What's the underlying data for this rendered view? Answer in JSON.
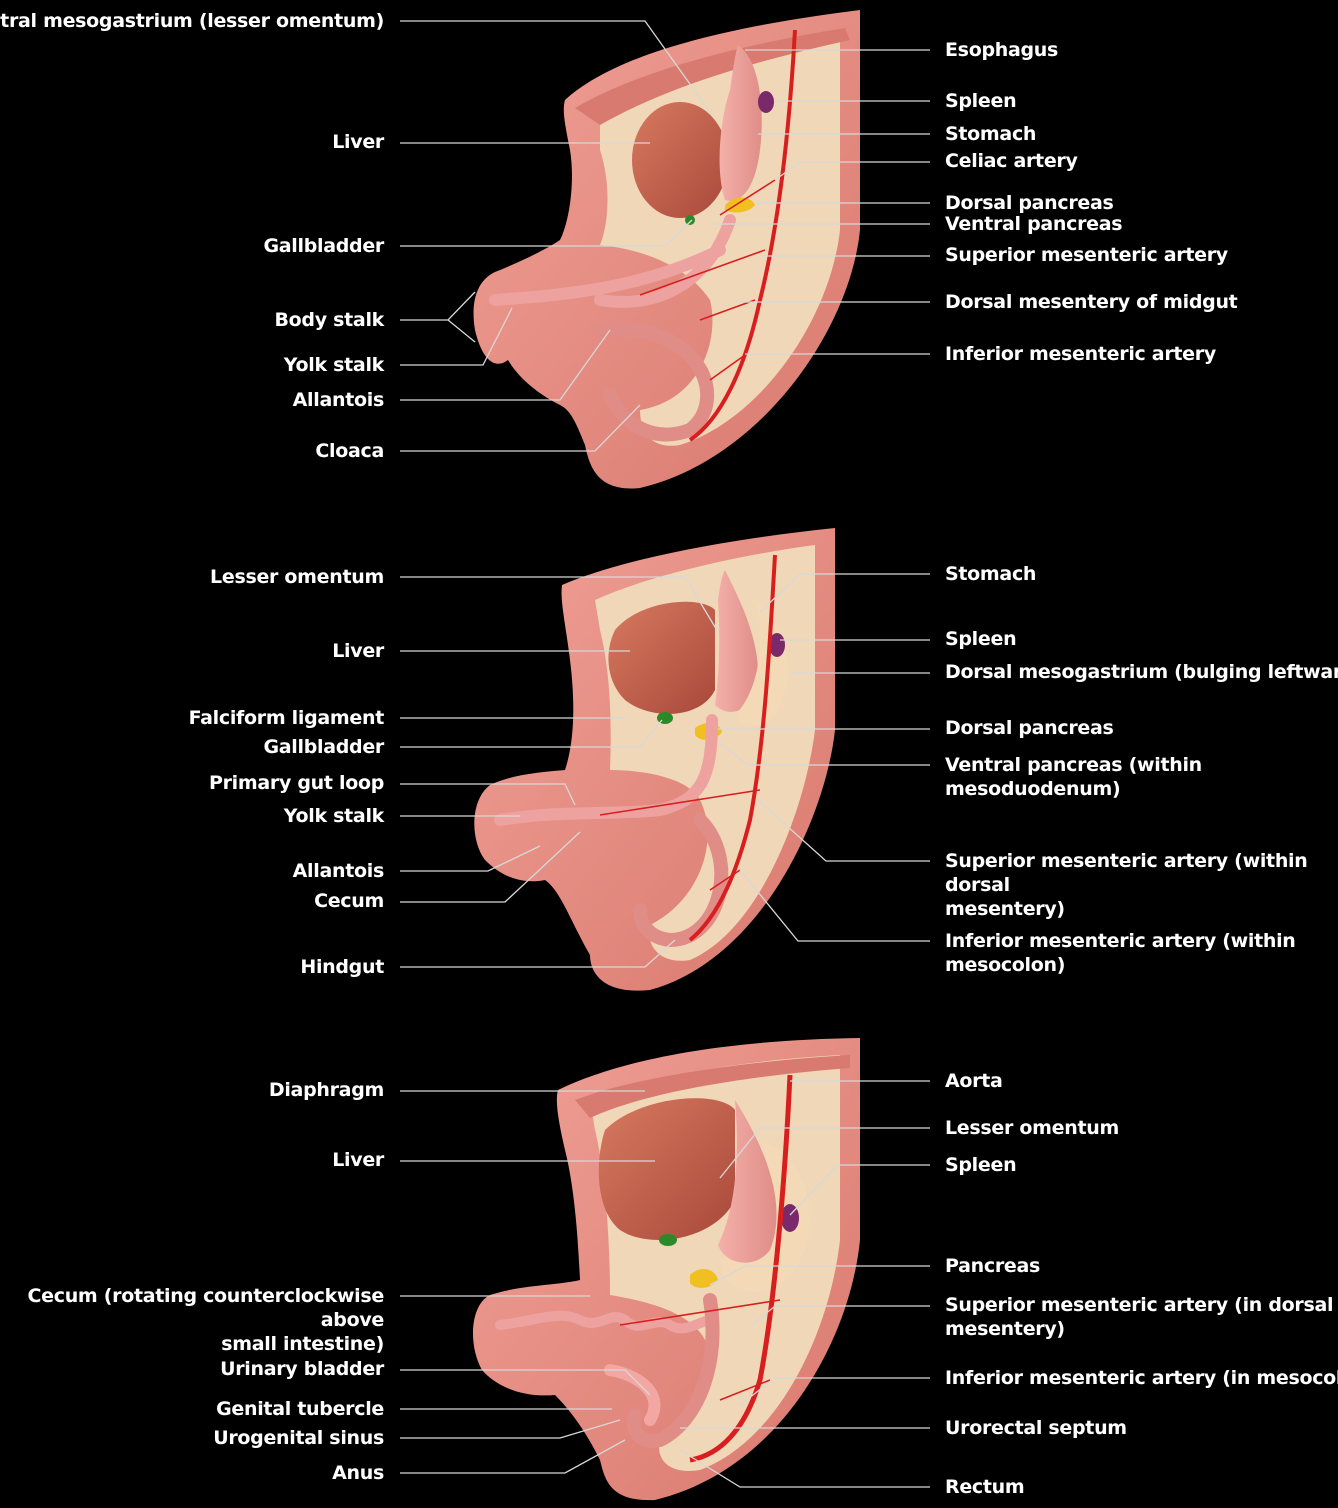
{
  "panels": [
    {
      "left_labels": [
        "Ventral mesogastrium (lesser omentum)",
        "Liver",
        "Gallbladder",
        "Body stalk",
        "Yolk stalk",
        "Allantois",
        "Cloaca"
      ],
      "right_labels": [
        "Esophagus",
        "Spleen",
        "Stomach",
        "Celiac artery",
        "Dorsal pancreas",
        "Ventral pancreas",
        "Superior mesenteric artery",
        "Dorsal mesentery of midgut",
        "Inferior mesenteric artery"
      ]
    },
    {
      "left_labels": [
        "Lesser omentum",
        "Liver",
        "Falciform ligament",
        "Gallbladder",
        "Primary gut loop",
        "Yolk stalk",
        "Allantois",
        "Cecum",
        "Hindgut"
      ],
      "right_labels": [
        "Stomach",
        "Spleen",
        "Dorsal mesogastrium (bulging leftward)",
        "Dorsal pancreas",
        "Ventral pancreas (within\nmesoduodenum)",
        "Superior mesenteric artery (within dorsal\nmesentery)",
        "Inferior mesenteric artery (within\nmesocolon)"
      ]
    },
    {
      "left_labels": [
        "Diaphragm",
        "Liver",
        "Cecum (rotating counterclockwise above\nsmall intestine)",
        "Urinary bladder",
        "Genital tubercle",
        "Urogenital sinus",
        "Anus"
      ],
      "right_labels": [
        "Aorta",
        "Lesser omentum",
        "Spleen",
        "Pancreas",
        "Superior mesenteric artery (in dorsal\nmesentery)",
        "Inferior mesenteric artery (in mesocolon)",
        "Urorectal septum",
        "Rectum"
      ]
    }
  ],
  "colors": {
    "background": "#000000",
    "body_wall": "#e88e83",
    "cavity": "#f0d7b8",
    "organ_pink": "#eda2a0",
    "liver": "#c5624a",
    "artery": "#d81f1f",
    "spleen": "#7a2a6b",
    "pancreas": "#f0c020",
    "gallbladder": "#2a8a2a",
    "leader_line": "#d8d8d8"
  }
}
